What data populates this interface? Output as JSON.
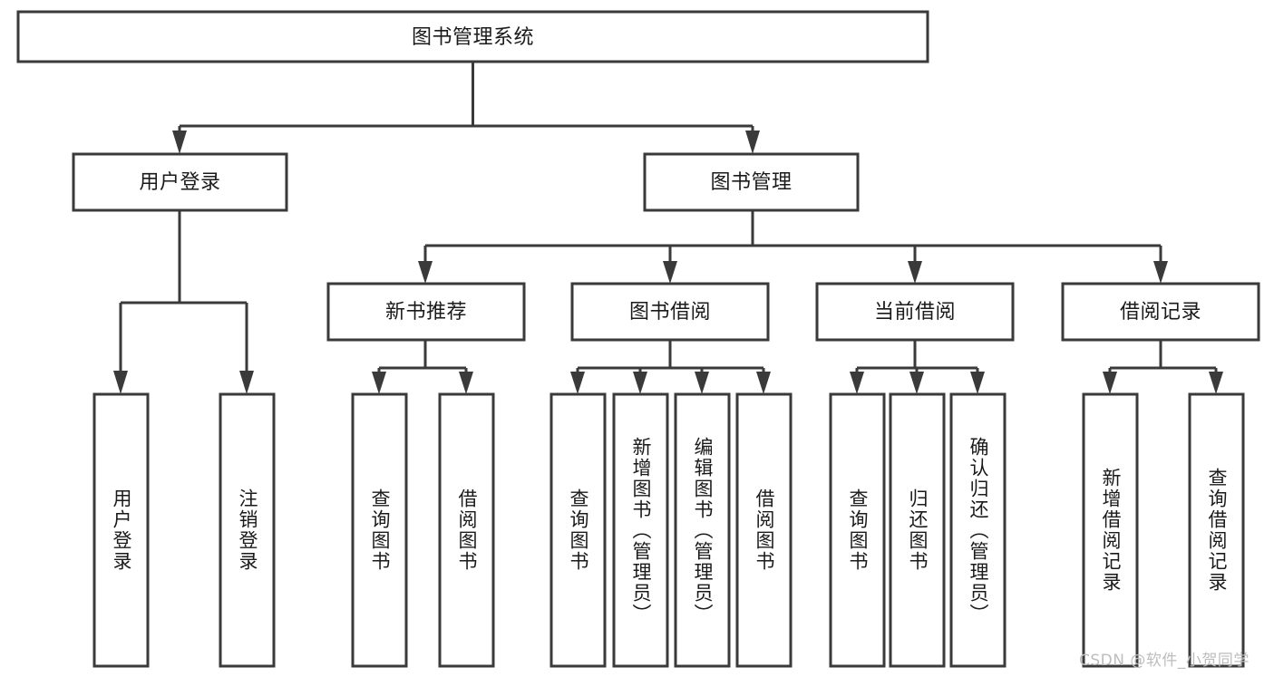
{
  "diagram": {
    "type": "tree-hierarchy",
    "title": "图书管理系统",
    "root": {
      "id": "root",
      "label": "图书管理系统",
      "orientation": "horizontal"
    },
    "level2": [
      {
        "id": "user-login",
        "label": "用户登录",
        "orientation": "horizontal"
      },
      {
        "id": "book-manage",
        "label": "图书管理",
        "orientation": "horizontal"
      }
    ],
    "level3": [
      {
        "id": "new-book-rec",
        "label": "新书推荐",
        "orientation": "horizontal",
        "parent": "book-manage"
      },
      {
        "id": "book-borrow",
        "label": "图书借阅",
        "orientation": "horizontal",
        "parent": "book-manage"
      },
      {
        "id": "current-borrow",
        "label": "当前借阅",
        "orientation": "horizontal",
        "parent": "book-manage"
      },
      {
        "id": "borrow-record",
        "label": "借阅记录",
        "orientation": "horizontal",
        "parent": "book-manage"
      }
    ],
    "leaves": [
      {
        "id": "leaf-user-login",
        "label": "用户登录",
        "orientation": "vertical",
        "parent": "user-login"
      },
      {
        "id": "leaf-user-logout",
        "label": "注销登录",
        "orientation": "vertical",
        "parent": "user-login"
      },
      {
        "id": "leaf-query-book-1",
        "label": "查询图书",
        "orientation": "vertical",
        "parent": "new-book-rec"
      },
      {
        "id": "leaf-borrow-book-1",
        "label": "借阅图书",
        "orientation": "vertical",
        "parent": "new-book-rec"
      },
      {
        "id": "leaf-query-book-2",
        "label": "查询图书",
        "orientation": "vertical",
        "parent": "book-borrow"
      },
      {
        "id": "leaf-add-book",
        "label": "新增图书（管理员）",
        "orientation": "vertical",
        "parent": "book-borrow"
      },
      {
        "id": "leaf-edit-book",
        "label": "编辑图书（管理员）",
        "orientation": "vertical",
        "parent": "book-borrow"
      },
      {
        "id": "leaf-borrow-book-2",
        "label": "借阅图书",
        "orientation": "vertical",
        "parent": "book-borrow"
      },
      {
        "id": "leaf-query-book-3",
        "label": "查询图书",
        "orientation": "vertical",
        "parent": "current-borrow"
      },
      {
        "id": "leaf-return-book",
        "label": "归还图书",
        "orientation": "vertical",
        "parent": "current-borrow"
      },
      {
        "id": "leaf-confirm-return",
        "label": "确认归还（管理员）",
        "orientation": "vertical",
        "parent": "current-borrow"
      },
      {
        "id": "leaf-add-record",
        "label": "新增借阅记录",
        "orientation": "vertical",
        "parent": "borrow-record"
      },
      {
        "id": "leaf-query-record",
        "label": "查询借阅记录",
        "orientation": "vertical",
        "parent": "borrow-record"
      }
    ],
    "colors": {
      "stroke": "#3a3a3a",
      "fill": "#ffffff",
      "text": "#1a1a1a",
      "watermark": "#bdbdbd",
      "background": "#ffffff"
    }
  },
  "watermark": {
    "text": "CSDN @软件_小贺同学"
  }
}
